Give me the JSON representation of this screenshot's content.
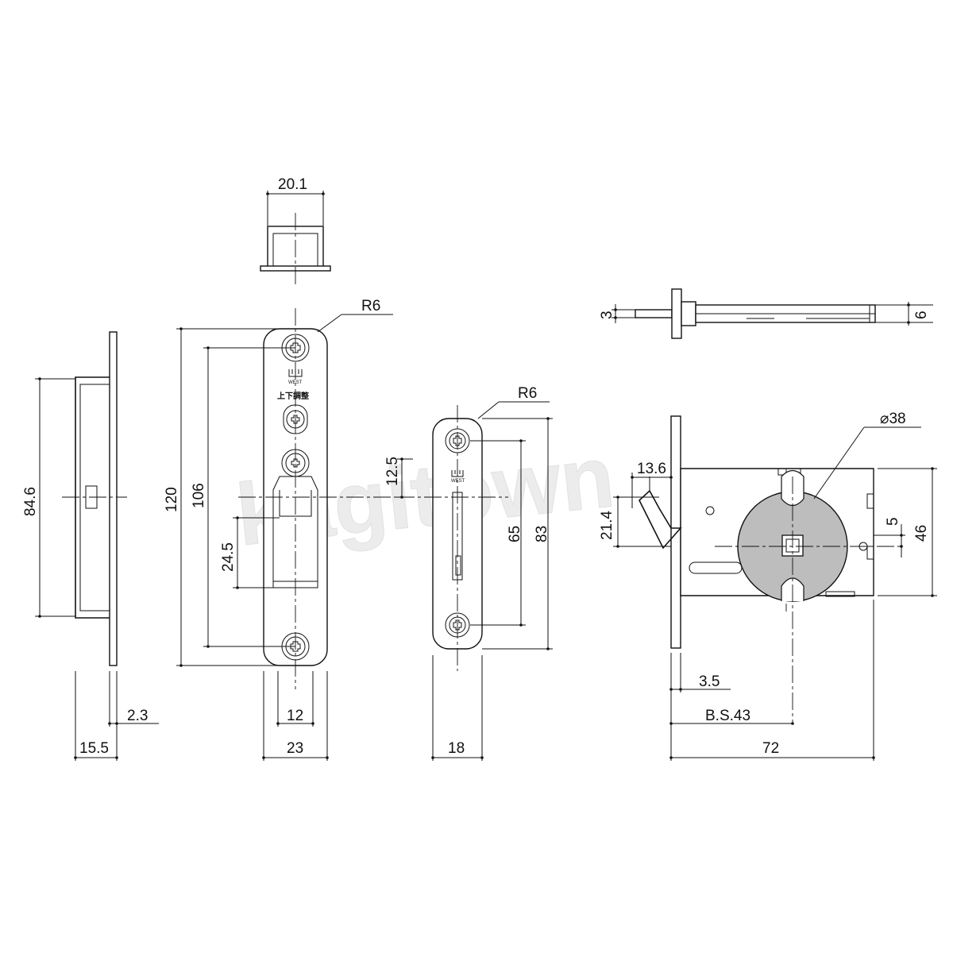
{
  "watermark": "kagitown",
  "dimensions": {
    "d_20_1": "20.1",
    "d_84_6": "84.6",
    "d_2_3": "2.3",
    "d_15_5": "15.5",
    "d_r6_a": "R6",
    "d_120": "120",
    "d_106": "106",
    "d_24_5": "24.5",
    "d_12": "12",
    "d_23": "23",
    "d_r6_b": "R6",
    "d_12_5": "12.5",
    "d_65": "65",
    "d_83": "83",
    "d_18": "18",
    "d_3": "3",
    "d_6": "6",
    "d_38": "38",
    "d_13_6": "13.6",
    "d_21_4": "21.4",
    "d_5": "5",
    "d_46": "46",
    "d_3_5": "3.5",
    "d_bs43": "B.S.43",
    "d_72": "72"
  },
  "plate_text": {
    "brand": "WEST",
    "adjust": "上下調整"
  }
}
